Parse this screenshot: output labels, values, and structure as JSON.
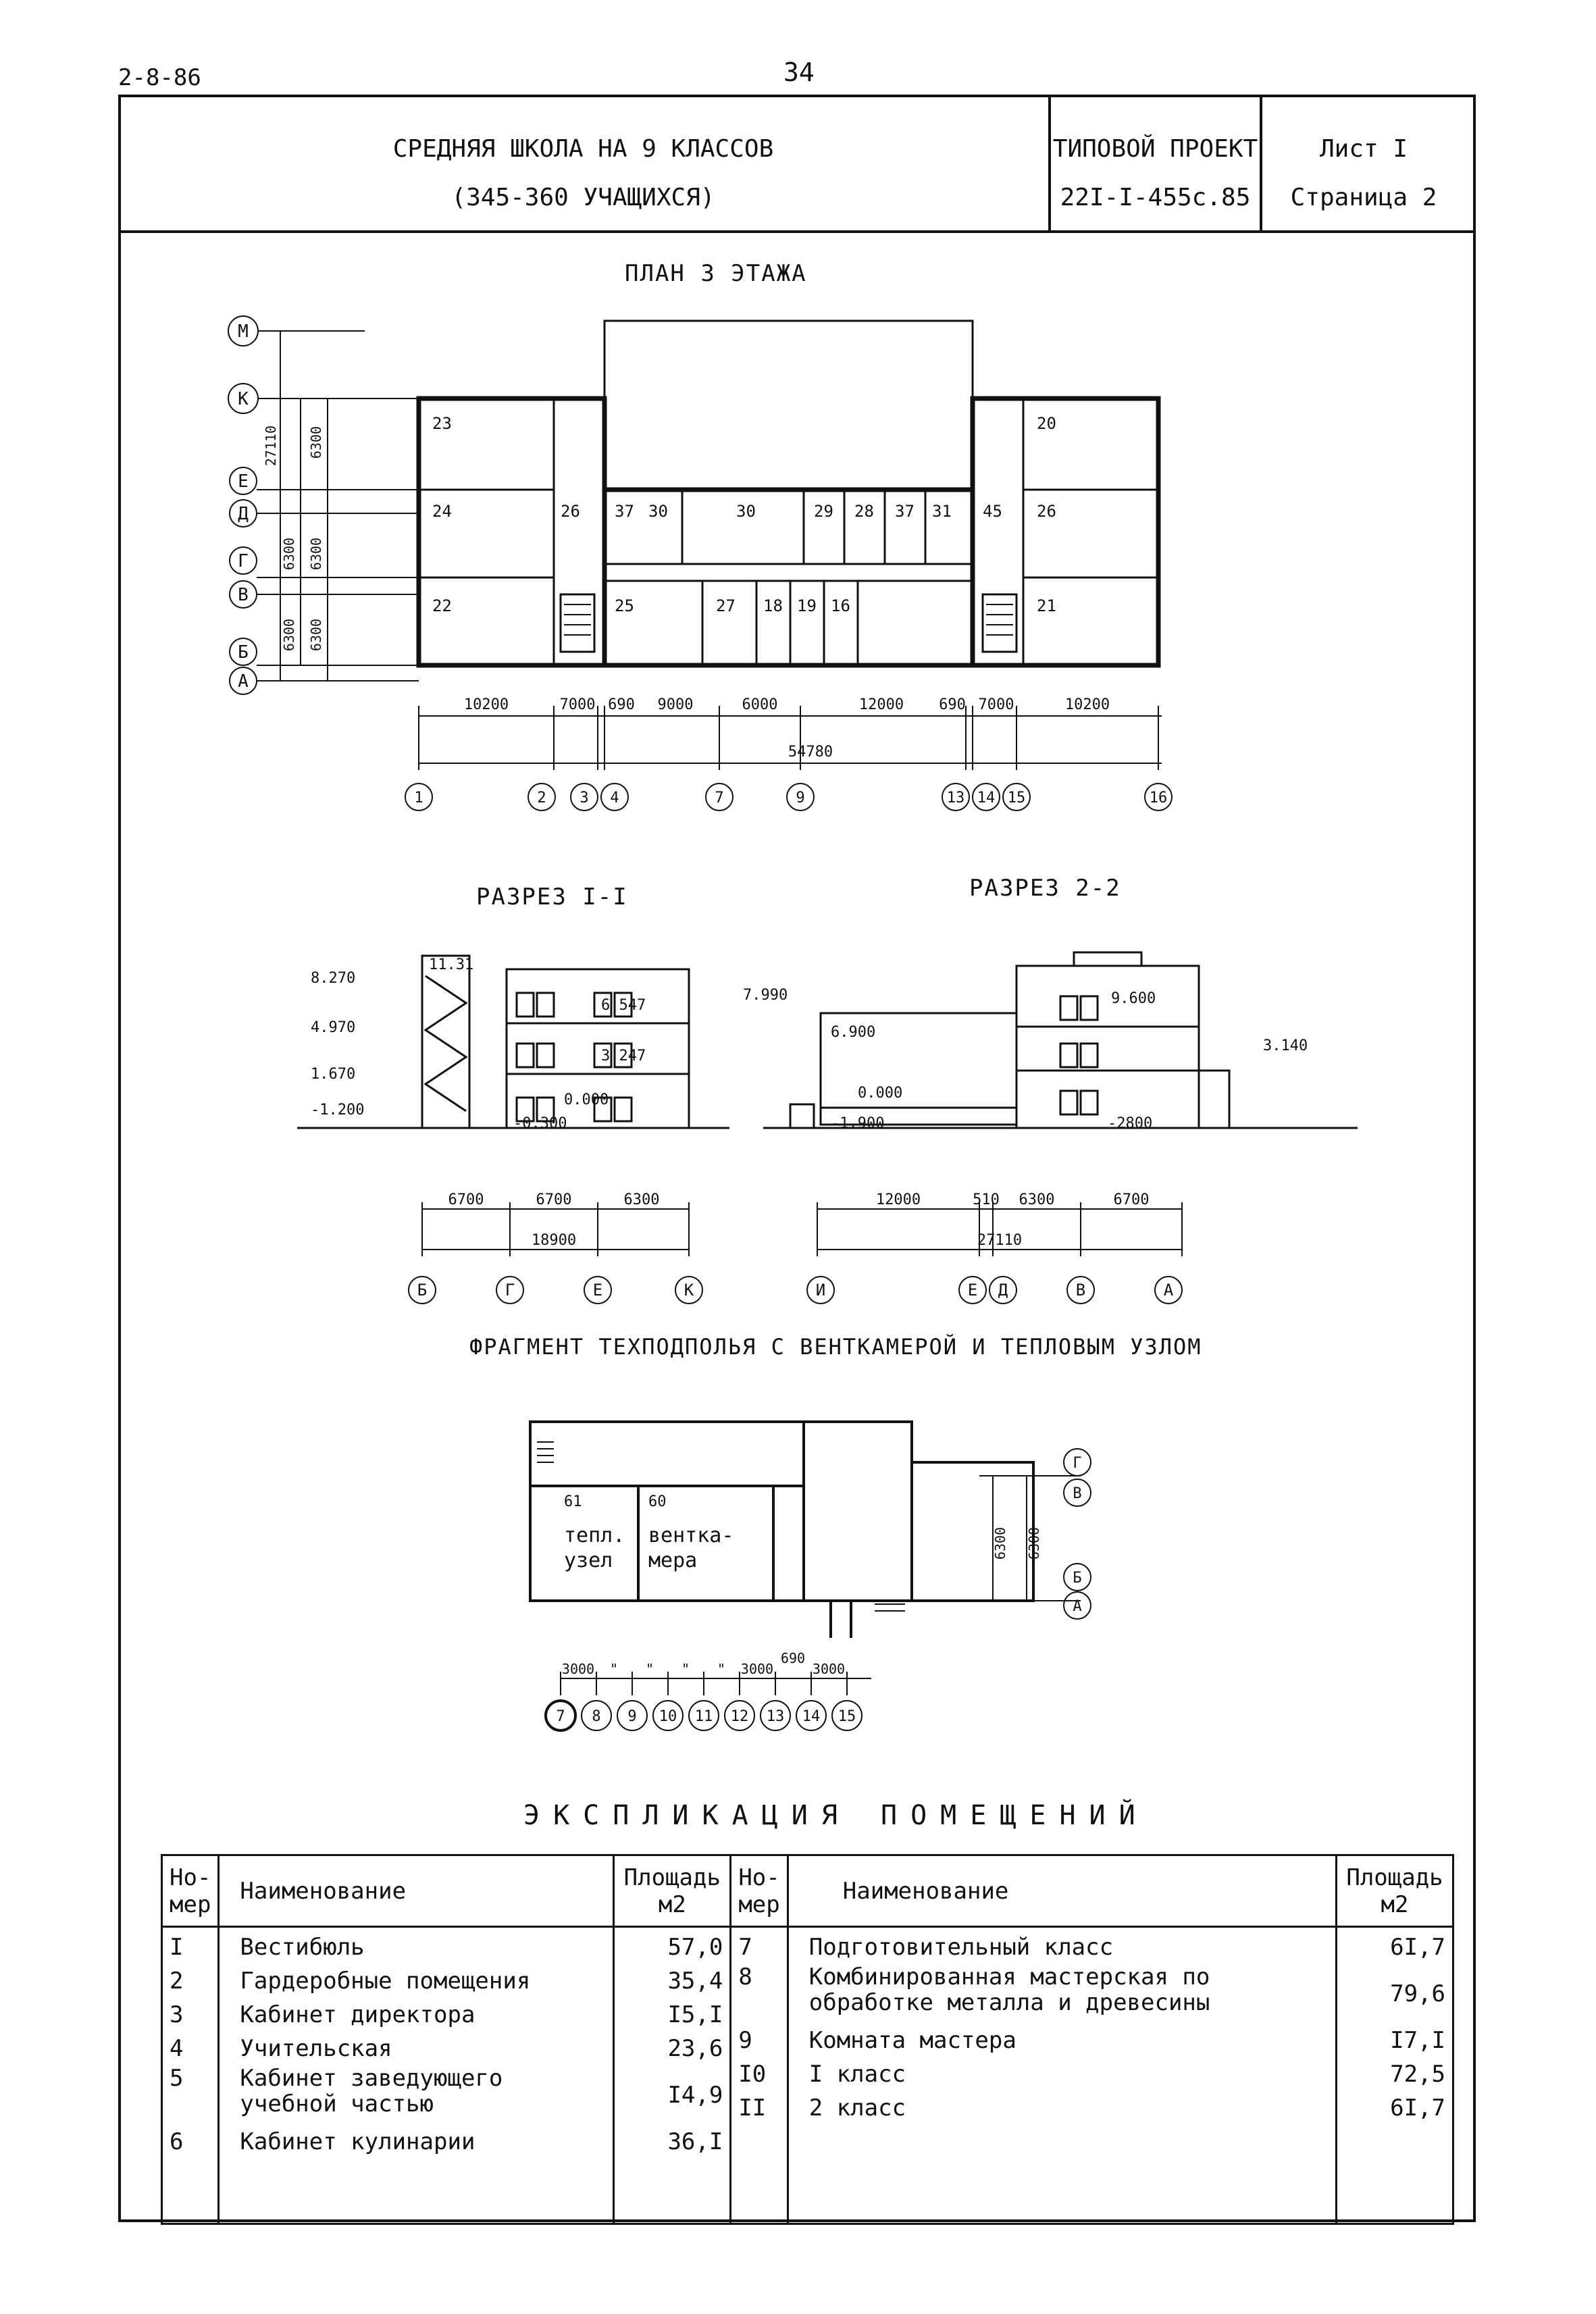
{
  "header": {
    "doc_code": "2-8-86",
    "page_number": "34",
    "title_line1": "СРЕДНЯЯ ШКОЛА НА 9 КЛАССОВ",
    "title_line2": "(345-360 УЧАЩИХСЯ)",
    "project_label": "ТИПОВОЙ ПРОЕКТ",
    "project_code": "22I-I-455с.85",
    "sheet": "Лист I",
    "page": "Страница 2"
  },
  "plan": {
    "title": "ПЛАН 3 ЭТАЖА",
    "axes_rows": [
      "М",
      "К",
      "Е",
      "Д",
      "Г",
      "В",
      "Б",
      "А"
    ],
    "row_dims": [
      "27110",
      "6300",
      "6300",
      "6300",
      "6300",
      "6300"
    ],
    "axes_cols": [
      "1",
      "2",
      "3",
      "4",
      "7",
      "9",
      "13",
      "14",
      "15",
      "16"
    ],
    "col_dims": [
      "10200",
      "7000",
      "690",
      "9000",
      "6000",
      "12000",
      "690",
      "7000",
      "10200"
    ],
    "total_dim": "54780",
    "rooms": [
      "23",
      "24",
      "26",
      "22",
      "37",
      "30",
      "30",
      "29",
      "28",
      "37",
      "31",
      "45",
      "26",
      "20",
      "21",
      "25",
      "27",
      "18",
      "19",
      "16"
    ]
  },
  "sections": {
    "s1_title": "РАЗРЕЗ I-I",
    "s2_title": "РАЗРЕЗ 2-2",
    "s1_levels": [
      "8.270",
      "4.970",
      "1.670",
      "-1.200",
      "11.31",
      "6.547",
      "3.247",
      "0.000",
      "-0.300"
    ],
    "s2_levels": [
      "7.990",
      "6.900",
      "0.000",
      "-1.900",
      "9.600",
      "-2800",
      "3.140"
    ],
    "s1_dims": [
      "6700",
      "6700",
      "6300",
      "18900"
    ],
    "s1_axes": [
      "Б",
      "Г",
      "Е",
      "К"
    ],
    "s2_dims": [
      "12000",
      "510",
      "6300",
      "6700",
      "27110"
    ],
    "s2_axes": [
      "И",
      "Е",
      "Д",
      "В",
      "А"
    ]
  },
  "fragment": {
    "title": "ФРАГМЕНТ ТЕХПОДПОЛЬЯ С ВЕНТКАМЕРОЙ И ТЕПЛОВЫМ УЗЛОМ",
    "room61": "61",
    "room60": "60",
    "label_a1": "тепл.",
    "label_a2": "узел",
    "label_b1": "вентка-",
    "label_b2": "мера",
    "row_dims": [
      "6300",
      "6300"
    ],
    "axes_rows": [
      "Г",
      "В",
      "Б",
      "А"
    ],
    "axes_cols": [
      "7",
      "8",
      "9",
      "10",
      "11",
      "12",
      "13",
      "14",
      "15"
    ],
    "col_dims": [
      "3000",
      "\"",
      "\"",
      "\"",
      "\"",
      "3000",
      "690",
      "3000"
    ]
  },
  "explication": {
    "title": "ЭКСПЛИКАЦИЯ ПОМЕЩЕНИЙ",
    "col_num": "Но-\nмер",
    "col_name": "Наименование",
    "col_area": "Площадь\nм2",
    "left_rows": [
      {
        "num": "I",
        "name": "Вестибюль",
        "area": "57,0"
      },
      {
        "num": "2",
        "name": "Гардеробные помещения",
        "area": "35,4"
      },
      {
        "num": "3",
        "name": "Кабинет директора",
        "area": "I5,I"
      },
      {
        "num": "4",
        "name": "Учительская",
        "area": "23,6"
      },
      {
        "num": "5",
        "name": "Кабинет заведующего учебной частью",
        "area": "I4,9"
      },
      {
        "num": "6",
        "name": "Кабинет кулинарии",
        "area": "36,I"
      }
    ],
    "right_rows": [
      {
        "num": "7",
        "name": "Подготовительный класс",
        "area": "6I,7"
      },
      {
        "num": "8",
        "name": "Комбинированная мастерская по обработке металла и древесины",
        "area": "79,6"
      },
      {
        "num": "9",
        "name": "Комната мастера",
        "area": "I7,I"
      },
      {
        "num": "I0",
        "name": "I класс",
        "area": "72,5"
      },
      {
        "num": "II",
        "name": "2 класс",
        "area": "6I,7"
      }
    ]
  }
}
